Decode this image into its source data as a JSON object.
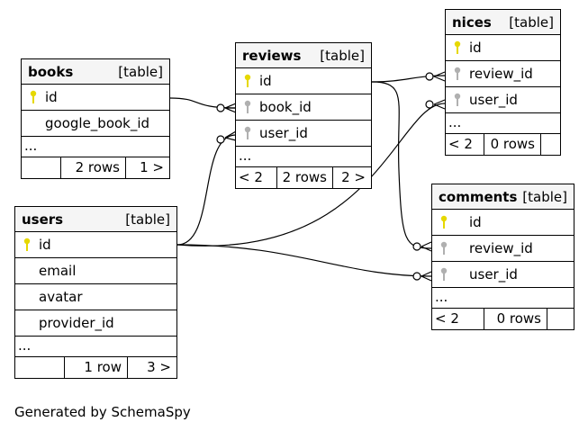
{
  "tables": {
    "books": {
      "name": "books",
      "tag": "[table]",
      "columns": [
        {
          "name": "id",
          "key": "primary"
        },
        {
          "name": "google_book_id",
          "key": "none"
        }
      ],
      "more": "...",
      "footer": {
        "prev": "",
        "rows": "2 rows",
        "next": "1 >"
      }
    },
    "reviews": {
      "name": "reviews",
      "tag": "[table]",
      "columns": [
        {
          "name": "id",
          "key": "primary"
        },
        {
          "name": "book_id",
          "key": "foreign"
        },
        {
          "name": "user_id",
          "key": "foreign"
        }
      ],
      "more": "...",
      "footer": {
        "prev": "< 2",
        "rows": "2 rows",
        "next": "2 >"
      }
    },
    "nices": {
      "name": "nices",
      "tag": "[table]",
      "columns": [
        {
          "name": "id",
          "key": "primary"
        },
        {
          "name": "review_id",
          "key": "foreign"
        },
        {
          "name": "user_id",
          "key": "foreign"
        }
      ],
      "more": "...",
      "footer": {
        "prev": "< 2",
        "rows": "0 rows",
        "next": ""
      }
    },
    "users": {
      "name": "users",
      "tag": "[table]",
      "columns": [
        {
          "name": "id",
          "key": "primary"
        },
        {
          "name": "email",
          "key": "none"
        },
        {
          "name": "avatar",
          "key": "none"
        },
        {
          "name": "provider_id",
          "key": "none"
        }
      ],
      "more": "...",
      "footer": {
        "prev": "",
        "rows": "1 row",
        "next": "3 >"
      }
    },
    "comments": {
      "name": "comments",
      "tag": "[table]",
      "columns": [
        {
          "name": "id",
          "key": "primary"
        },
        {
          "name": "review_id",
          "key": "foreign"
        },
        {
          "name": "user_id",
          "key": "foreign"
        }
      ],
      "more": "...",
      "footer": {
        "prev": "< 2",
        "rows": "0 rows",
        "next": ""
      }
    }
  },
  "colors": {
    "primary_key": "#e6d800",
    "foreign_key": "#b0b0b0",
    "header_bg": "#f5f5f5"
  },
  "generated_by": "Generated by SchemaSpy"
}
